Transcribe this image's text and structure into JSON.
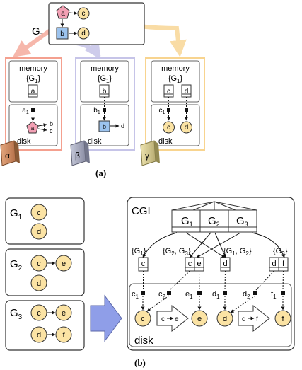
{
  "panel_a": {
    "caption": "(a)",
    "graph_name": "G",
    "graph_sub": "1",
    "graph_nodes": {
      "a": "a",
      "b": "b",
      "c": "c",
      "d": "d"
    },
    "machines": [
      {
        "memory_label": "memory",
        "set_label": "{G",
        "set_sub": "1",
        "set_close": "}",
        "disk_label": "disk",
        "server_label": "α"
      },
      {
        "memory_label": "memory",
        "set_label": "{G",
        "set_sub": "1",
        "set_close": "}",
        "disk_label": "disk",
        "server_label": "β"
      },
      {
        "memory_label": "memory",
        "set_label": "{G",
        "set_sub": "1",
        "set_close": "}",
        "disk_label": "disk",
        "server_label": "γ"
      }
    ],
    "alpha": {
      "mem_node": "a",
      "ptr": "a",
      "ptr_sub": "1",
      "node": "a",
      "out1": "b",
      "out2": "c"
    },
    "beta": {
      "mem_node": "b",
      "ptr": "b",
      "ptr_sub": "1",
      "node": "b",
      "out": "d"
    },
    "gamma": {
      "mem_nodes": [
        "c",
        "d"
      ],
      "ptr": "c",
      "ptr_sub": "1",
      "nodes": [
        "c",
        "d"
      ]
    }
  },
  "panel_b": {
    "caption": "(b)",
    "graphs": [
      {
        "name": "G",
        "sub": "1",
        "nodes": [
          "c",
          "d"
        ]
      },
      {
        "name": "G",
        "sub": "2",
        "nodes": [
          "c",
          "e",
          "d"
        ]
      },
      {
        "name": "G",
        "sub": "3",
        "nodes": [
          "c",
          "e",
          "d",
          "f"
        ]
      }
    ],
    "cgi": {
      "label": "CGI",
      "index_cells": [
        {
          "name": "G",
          "sub": "1"
        },
        {
          "name": "G",
          "sub": "2"
        },
        {
          "name": "G",
          "sub": "3"
        }
      ],
      "sets": [
        {
          "text": "{G",
          "sub": "1",
          "close": "}"
        },
        {
          "text": "{G",
          "sub": "2",
          "mid": ", G",
          "sub2": "3",
          "close": "}"
        },
        {
          "text": "{G",
          "sub": "1",
          "mid": ", G",
          "sub2": "2",
          "close": "}"
        },
        {
          "text": "{G",
          "sub": "3",
          "close": "}"
        }
      ],
      "mem_cells": [
        "c",
        "c",
        "e",
        "d",
        "d",
        "f"
      ],
      "pointers": [
        {
          "name": "c",
          "sub": "1"
        },
        {
          "name": "c",
          "sub": "2"
        },
        {
          "name": "e",
          "sub": "1"
        },
        {
          "name": "d",
          "sub": "1"
        },
        {
          "name": "d",
          "sub": "2"
        },
        {
          "name": "f",
          "sub": "1"
        }
      ],
      "disk_nodes": [
        "c",
        "c",
        "e",
        "e",
        "d",
        "d",
        "f",
        "f"
      ],
      "disk_label": "disk"
    }
  },
  "colors": {
    "node_fill": "#fbe3a4",
    "node_a_fill": "#f2a0b4",
    "node_b_fill": "#9cc3ee",
    "alpha_accent": "#f4a08f",
    "beta_accent": "#c6c4e8",
    "gamma_accent": "#f8d48f",
    "big_arrow": "#8f9ee8"
  }
}
